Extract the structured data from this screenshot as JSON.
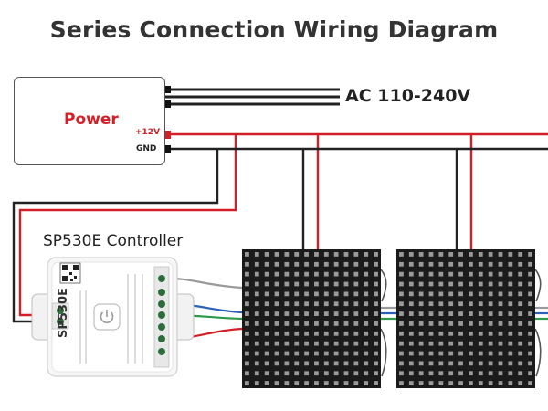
{
  "title": "Series Connection Wiring Diagram",
  "power_supply": {
    "label": "Power",
    "pins": {
      "positive": "+12V",
      "ground": "GND"
    },
    "input_label": "AC 110-240V"
  },
  "controller": {
    "name": "SP530E Controller",
    "model_marking": "SP530E"
  },
  "wire_colors": {
    "positive": "#d31f27",
    "ground": "#222222",
    "data_gray": "#9a9a9a",
    "data_blue": "#2b62b8",
    "data_green": "#2c9a4a",
    "mains": "#222222"
  },
  "panels": {
    "count": 2,
    "grid": 14,
    "led_color": "#9a9a9a",
    "panel_color": "#1b1b1b"
  },
  "icons": [
    "power-button-icon",
    "qr-code-icon"
  ]
}
